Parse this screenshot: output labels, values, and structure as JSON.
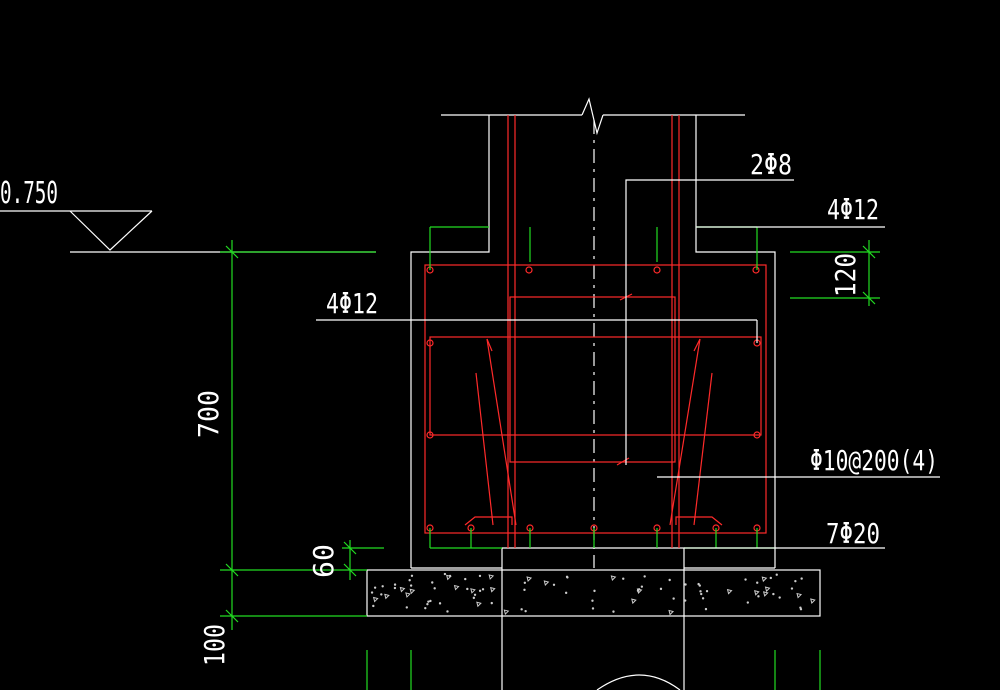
{
  "drawing": {
    "elevation_label": "0.750",
    "colors": {
      "background": "#000000",
      "outline": "#ffffff",
      "rebar": "#ff2a2a",
      "dimension": "#22dd22",
      "text": "#ffffff"
    },
    "annotations": {
      "stirrup_top": "2Φ8",
      "top_bars": "4Φ12",
      "middle_bars": "4Φ12",
      "stirrups": "Φ10@200(4)",
      "bottom_bars": "7Φ20"
    },
    "dimensions": {
      "cover_top": "120",
      "height": "700",
      "base_offset": "60",
      "cushion": "100"
    }
  }
}
